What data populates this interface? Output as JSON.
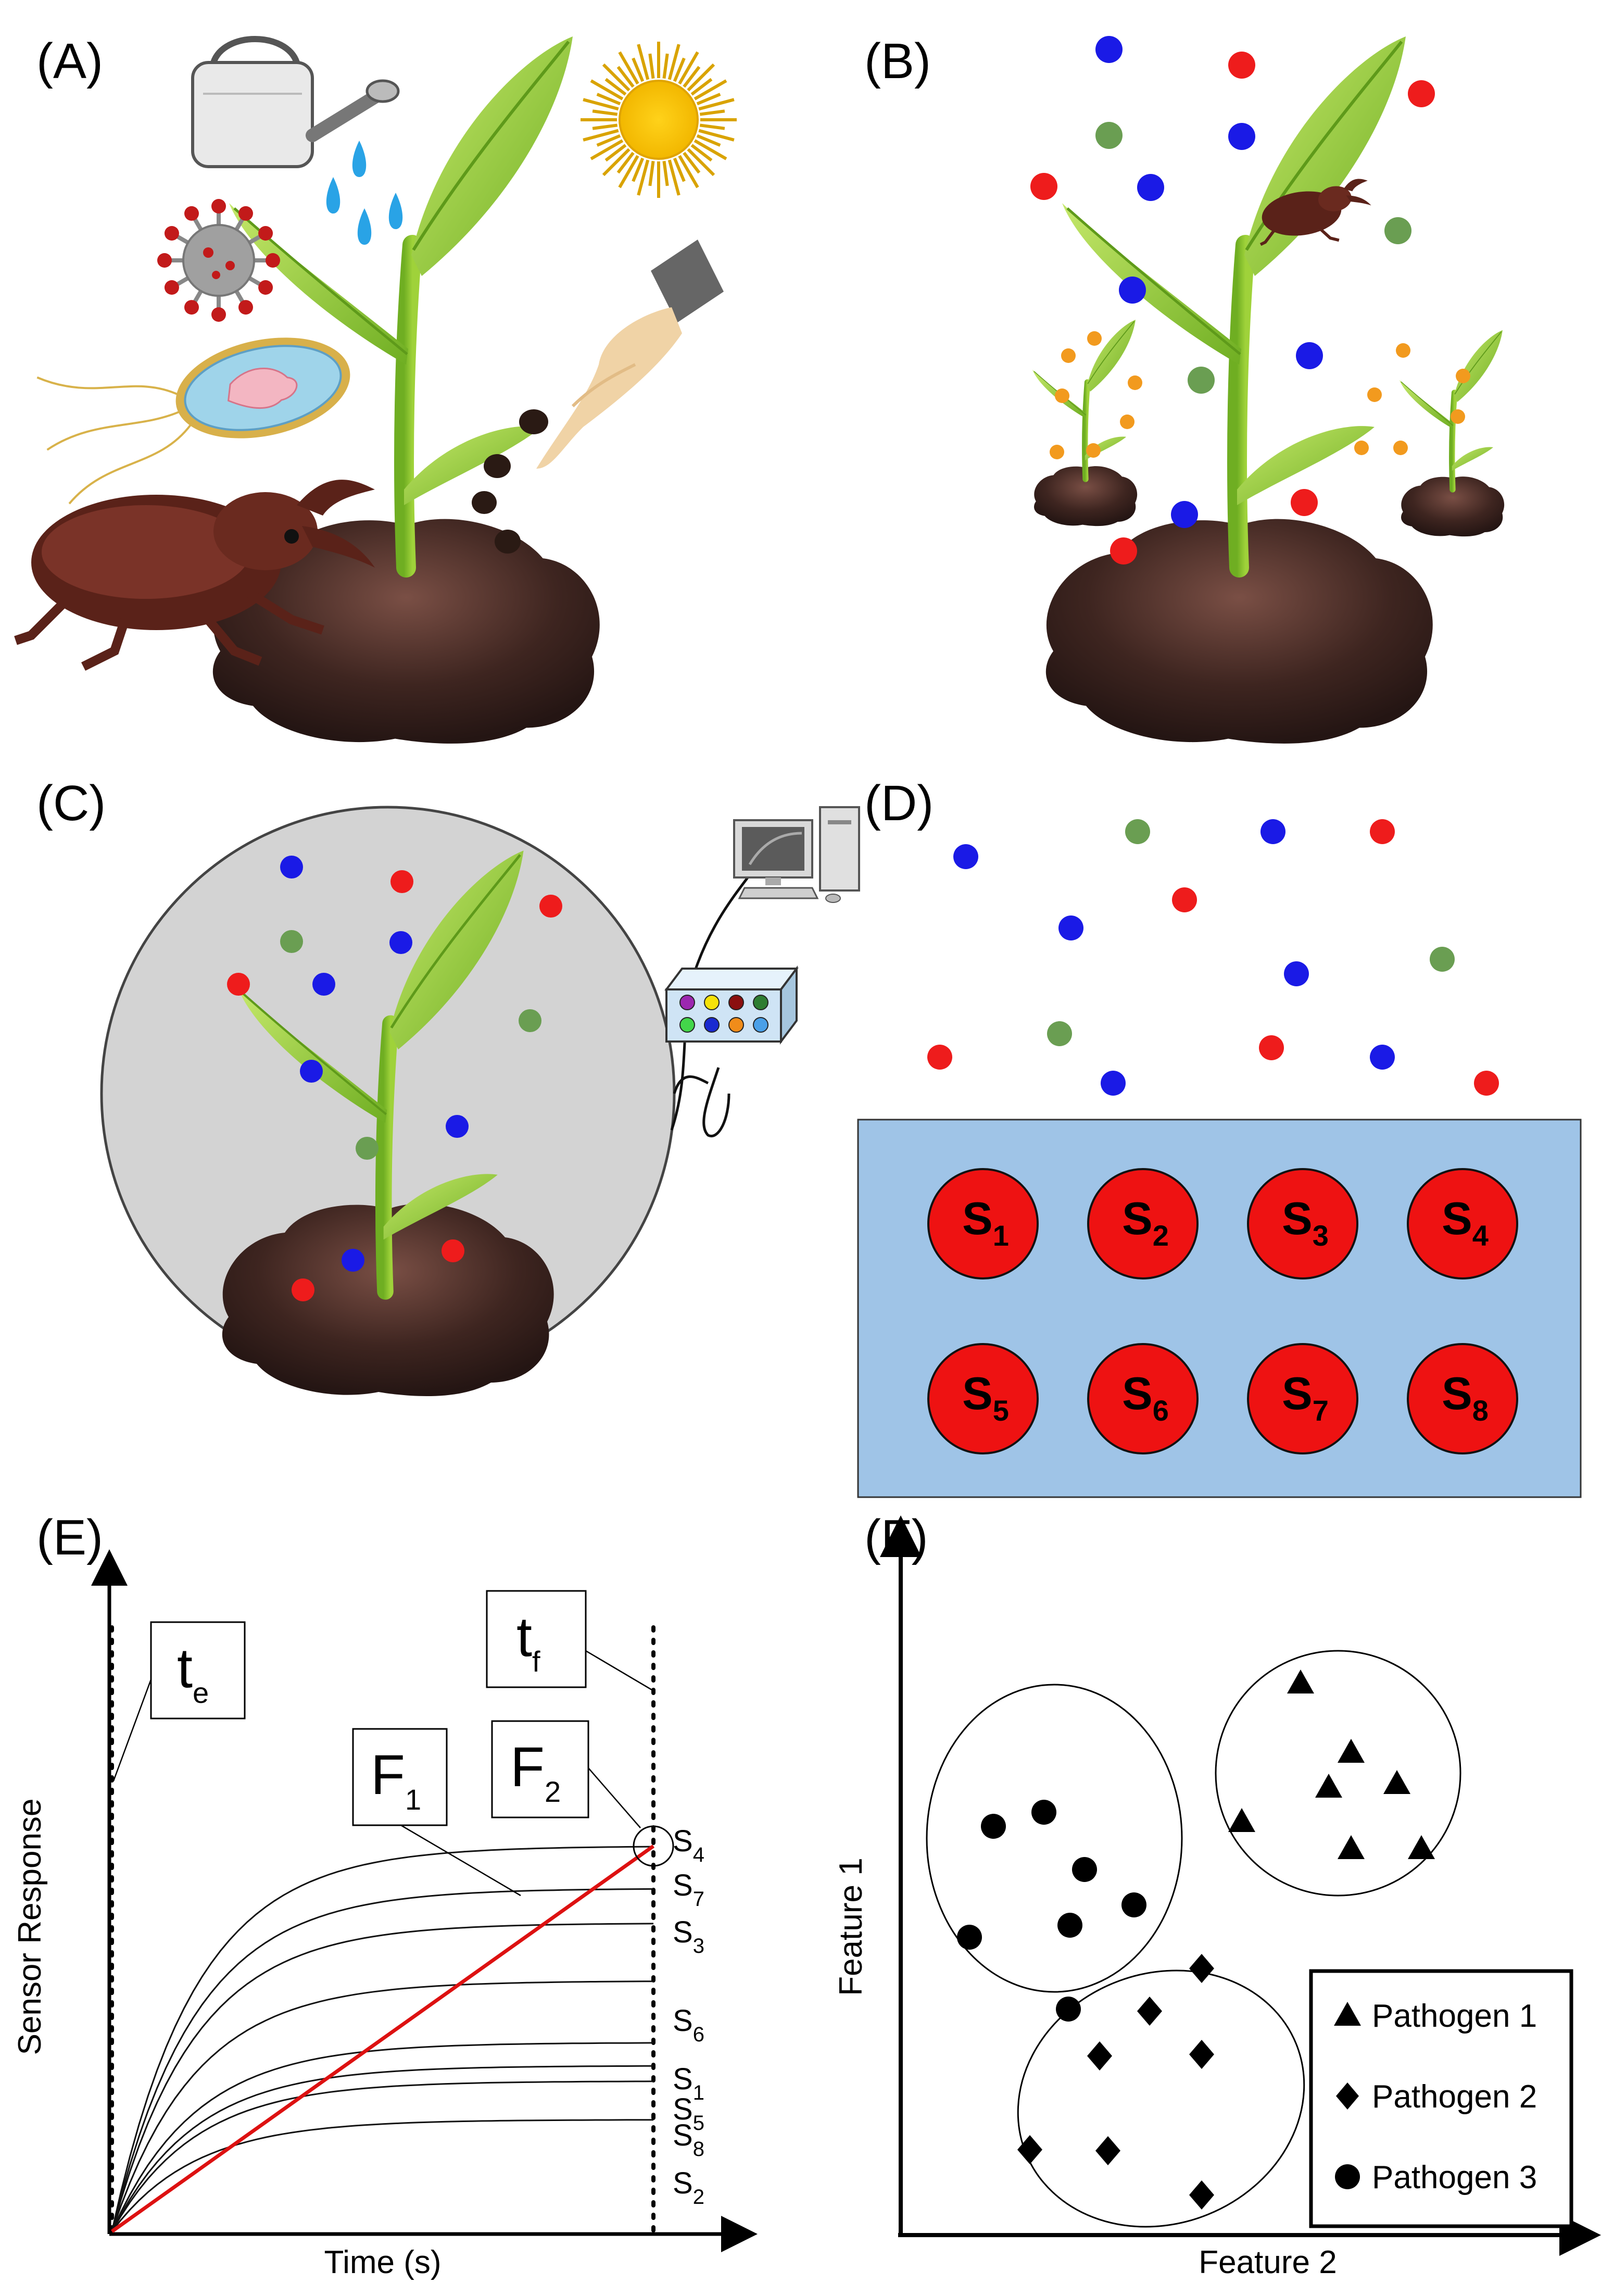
{
  "panels": {
    "a": "(A)",
    "b": "(B)",
    "c": "(C)",
    "d": "(D)",
    "e": "(E)",
    "f": "(F)"
  },
  "colors": {
    "red": "#ee1c1c",
    "blue": "#1a1ae6",
    "green": "#6a9e52",
    "orange": "#f29a1e",
    "soil": "#4a2a22",
    "leaf": "#8ccc2e",
    "sensor_board": "#9fc4e7",
    "sensor": "#ee1212",
    "chamber": "#d3d3d3",
    "curve_red": "#dd1111"
  },
  "sensor_array": {
    "sensors": [
      {
        "s": "S",
        "sub": "1"
      },
      {
        "s": "S",
        "sub": "2"
      },
      {
        "s": "S",
        "sub": "3"
      },
      {
        "s": "S",
        "sub": "4"
      },
      {
        "s": "S",
        "sub": "5"
      },
      {
        "s": "S",
        "sub": "6"
      },
      {
        "s": "S",
        "sub": "7"
      },
      {
        "s": "S",
        "sub": "8"
      }
    ]
  },
  "panel_e": {
    "ylabel": "Sensor Response",
    "xlabel": "Time (s)",
    "te": {
      "main": "t",
      "sub": "e"
    },
    "tf": {
      "main": "t",
      "sub": "f"
    },
    "f1": {
      "main": "F",
      "sub": "1"
    },
    "f2": {
      "main": "F",
      "sub": "2"
    },
    "curves": [
      {
        "main": "S",
        "sub": "4",
        "level": 1.0
      },
      {
        "main": "S",
        "sub": "7",
        "level": 0.89
      },
      {
        "main": "S",
        "sub": "3",
        "level": 0.8
      },
      {
        "main": "S",
        "sub": "6",
        "level": 0.65
      },
      {
        "main": "S",
        "sub": "1",
        "level": 0.49
      },
      {
        "main": "S",
        "sub": "5",
        "level": 0.43
      },
      {
        "main": "S",
        "sub": "8",
        "level": 0.39
      },
      {
        "main": "S",
        "sub": "2",
        "level": 0.29
      }
    ]
  },
  "panel_f": {
    "ylabel": "Feature 1",
    "xlabel": "Feature 2",
    "legend": [
      {
        "marker": "triangle",
        "label": "Pathogen 1"
      },
      {
        "marker": "diamond",
        "label": "Pathogen 2"
      },
      {
        "marker": "circle",
        "label": "Pathogen 3"
      }
    ]
  }
}
